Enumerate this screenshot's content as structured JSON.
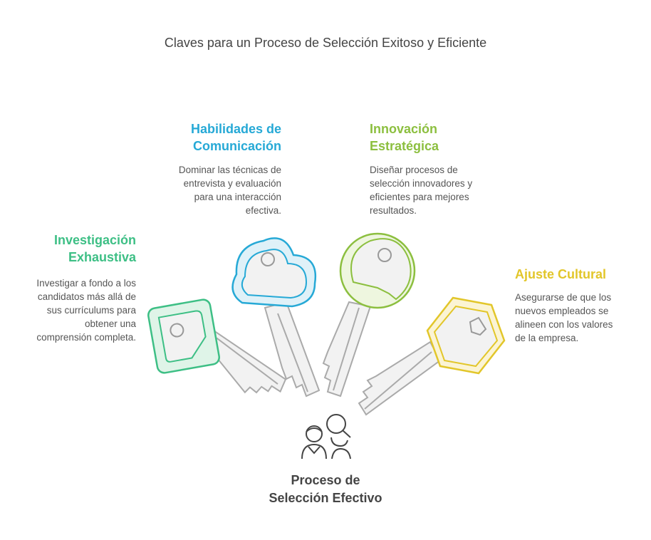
{
  "title": "Claves para un Proceso de Selección Exitoso y Eficiente",
  "center": {
    "icon": "people-search-icon",
    "label_line1": "Proceso de",
    "label_line2": "Selección Efectivo"
  },
  "items": [
    {
      "key": "investigacion",
      "heading_line1": "Investigación",
      "heading_line2": "Exhaustiva",
      "desc_lines": [
        "Investigar a fondo a los",
        "candidatos más allá de",
        "sus currículums para",
        "obtener una",
        "comprensión completa."
      ],
      "color": "#3dbf85"
    },
    {
      "key": "habilidades",
      "heading_line1": "Habilidades de",
      "heading_line2": "Comunicación",
      "desc_lines": [
        "Dominar las técnicas de",
        "entrevista y evaluación",
        "para una interacción",
        "efectiva."
      ],
      "color": "#26a9d6"
    },
    {
      "key": "innovacion",
      "heading_line1": "Innovación",
      "heading_line2": "Estratégica",
      "desc_lines": [
        "Diseñar procesos de",
        "selección innovadores y",
        "eficientes para mejores",
        "resultados."
      ],
      "color": "#8cbf3f"
    },
    {
      "key": "ajuste",
      "heading_line1": "Ajuste Cultural",
      "heading_line2": "",
      "desc_lines": [
        "Asegurarse de que los",
        "nuevos empleados se",
        "alineen con los valores",
        "de la empresa."
      ],
      "color": "#e2c62a"
    }
  ]
}
